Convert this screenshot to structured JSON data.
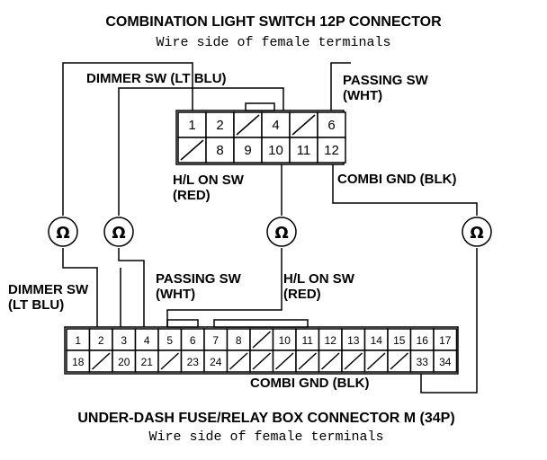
{
  "top_connector": {
    "title": "COMBINATION LIGHT SWITCH 12P CONNECTOR",
    "subtitle": "Wire side of female terminals",
    "row1": [
      "1",
      "2",
      "",
      "4",
      "",
      "6"
    ],
    "row2": [
      "",
      "8",
      "9",
      "10",
      "11",
      "12"
    ]
  },
  "bottom_connector": {
    "title": "UNDER-DASH FUSE/RELAY BOX CONNECTOR M (34P)",
    "subtitle": "Wire side of female terminals",
    "row1": [
      "1",
      "2",
      "3",
      "4",
      "5",
      "6",
      "7",
      "8",
      "",
      "10",
      "11",
      "12",
      "13",
      "14",
      "15",
      "16",
      "17"
    ],
    "row2": [
      "18",
      "",
      "20",
      "21",
      "",
      "23",
      "24",
      "",
      "",
      "",
      "",
      "",
      "",
      "",
      "",
      "33",
      "34"
    ]
  },
  "labels": {
    "dimmer_top": "DIMMER SW (LT BLU)",
    "passing_top_1": "PASSING SW",
    "passing_top_2": "(WHT)",
    "hl_top_1": "H/L ON SW",
    "hl_top_2": "(RED)",
    "combi_top": "COMBI GND (BLK)",
    "dimmer_bot_1": "DIMMER SW",
    "dimmer_bot_2": "(LT BLU)",
    "passing_bot_1": "PASSING SW",
    "passing_bot_2": "(WHT)",
    "hl_bot_1": "H/L ON SW",
    "hl_bot_2": "(RED)",
    "combi_bot": "COMBI GND (BLK)"
  },
  "ohmmeter_symbol": "Ω",
  "icons": [
    "ohmmeter-icon"
  ]
}
